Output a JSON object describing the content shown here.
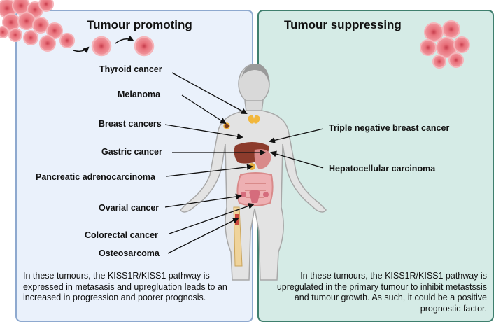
{
  "left": {
    "title": "Tumour promoting",
    "cancers": [
      "Thyroid cancer",
      "Melanoma",
      "Breast cancers",
      "Gastric cancer",
      "Pancreatic adrenocarcinoma",
      "Ovarial cancer",
      "Colorectal cancer",
      "Osteosarcoma"
    ],
    "caption": "In these tumours, the KISS1R/KISS1 pathway is expressed in metasasis and upregluation leads to an increased in progression and poorer prognosis."
  },
  "right": {
    "title": "Tumour suppressing",
    "cancers": [
      "Triple negative breast cancer",
      "Hepatocellular carcinoma"
    ],
    "caption": "In these tumours, the KISS1R/KISS1 pathway is upregulated in the primary tumour to inhibit metastssis and tumour growth. As such, it could be a positive prognostic factor."
  },
  "colors": {
    "left_panel_bg": "#eaf1fb",
    "right_panel_bg": "#d5ebe6",
    "cell": "#e8707a"
  }
}
